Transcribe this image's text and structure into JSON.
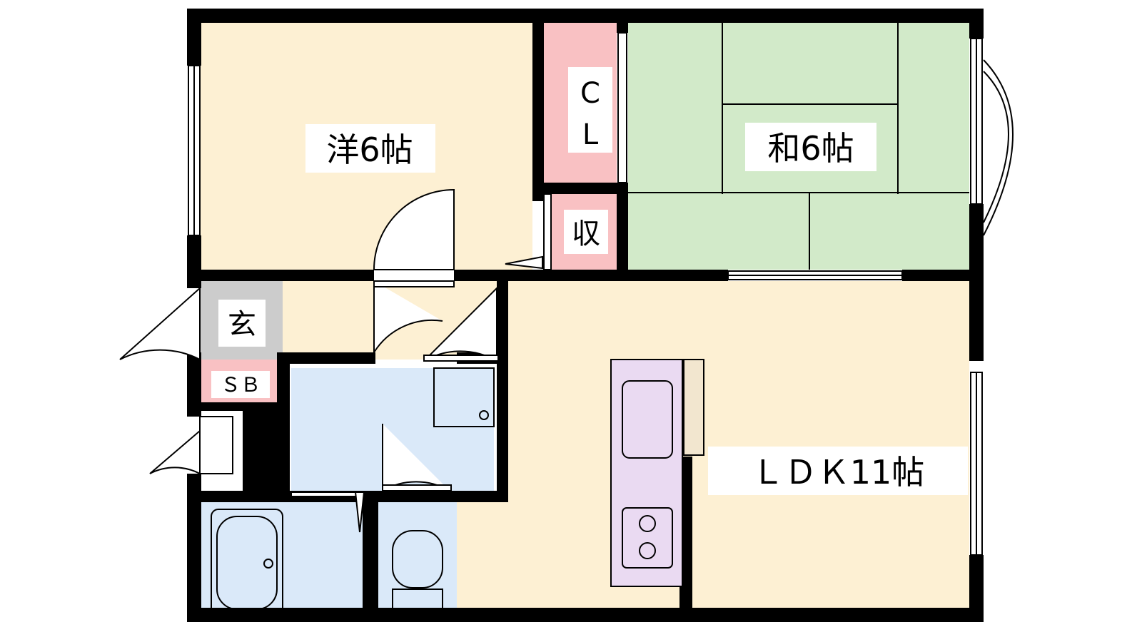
{
  "rooms": {
    "western": "洋6帖",
    "japanese": "和6帖",
    "closet_top": "C",
    "closet_bottom": "L",
    "storage": "収",
    "entrance": "玄",
    "shoe_box": "ＳＢ",
    "ldk": "ＬＤＫ11帖"
  },
  "colors": {
    "wall": "#000000",
    "western_floor": "#fdf0d3",
    "japanese_floor": "#d2eac9",
    "closet": "#f9c1c3",
    "entrance": "#cccccc",
    "wet_area": "#dae9f9",
    "kitchen": "#eadaf2",
    "counter": "#f2e6cf"
  }
}
